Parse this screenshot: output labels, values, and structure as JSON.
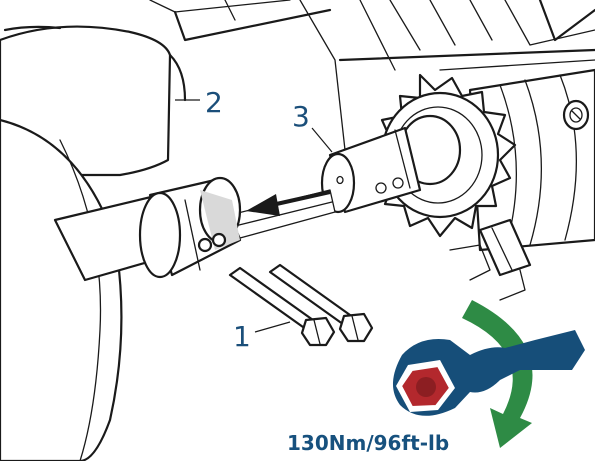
{
  "callouts": {
    "part_1": "1",
    "part_2": "2",
    "part_3": "3"
  },
  "torque": {
    "label": "130Nm/96ft-lb"
  },
  "colors": {
    "callout_text": "#1b4f7a",
    "torque_text": "#17517e",
    "wrench": "#164e79",
    "bolt_head": "#b3282d",
    "rotation_arrow": "#2e8b45",
    "motion_arrow": "#1a1a1a"
  },
  "icons": {
    "wrench": "wrench-icon",
    "rotation": "clockwise-arrow-icon",
    "motion": "slide-arrow-icon"
  }
}
